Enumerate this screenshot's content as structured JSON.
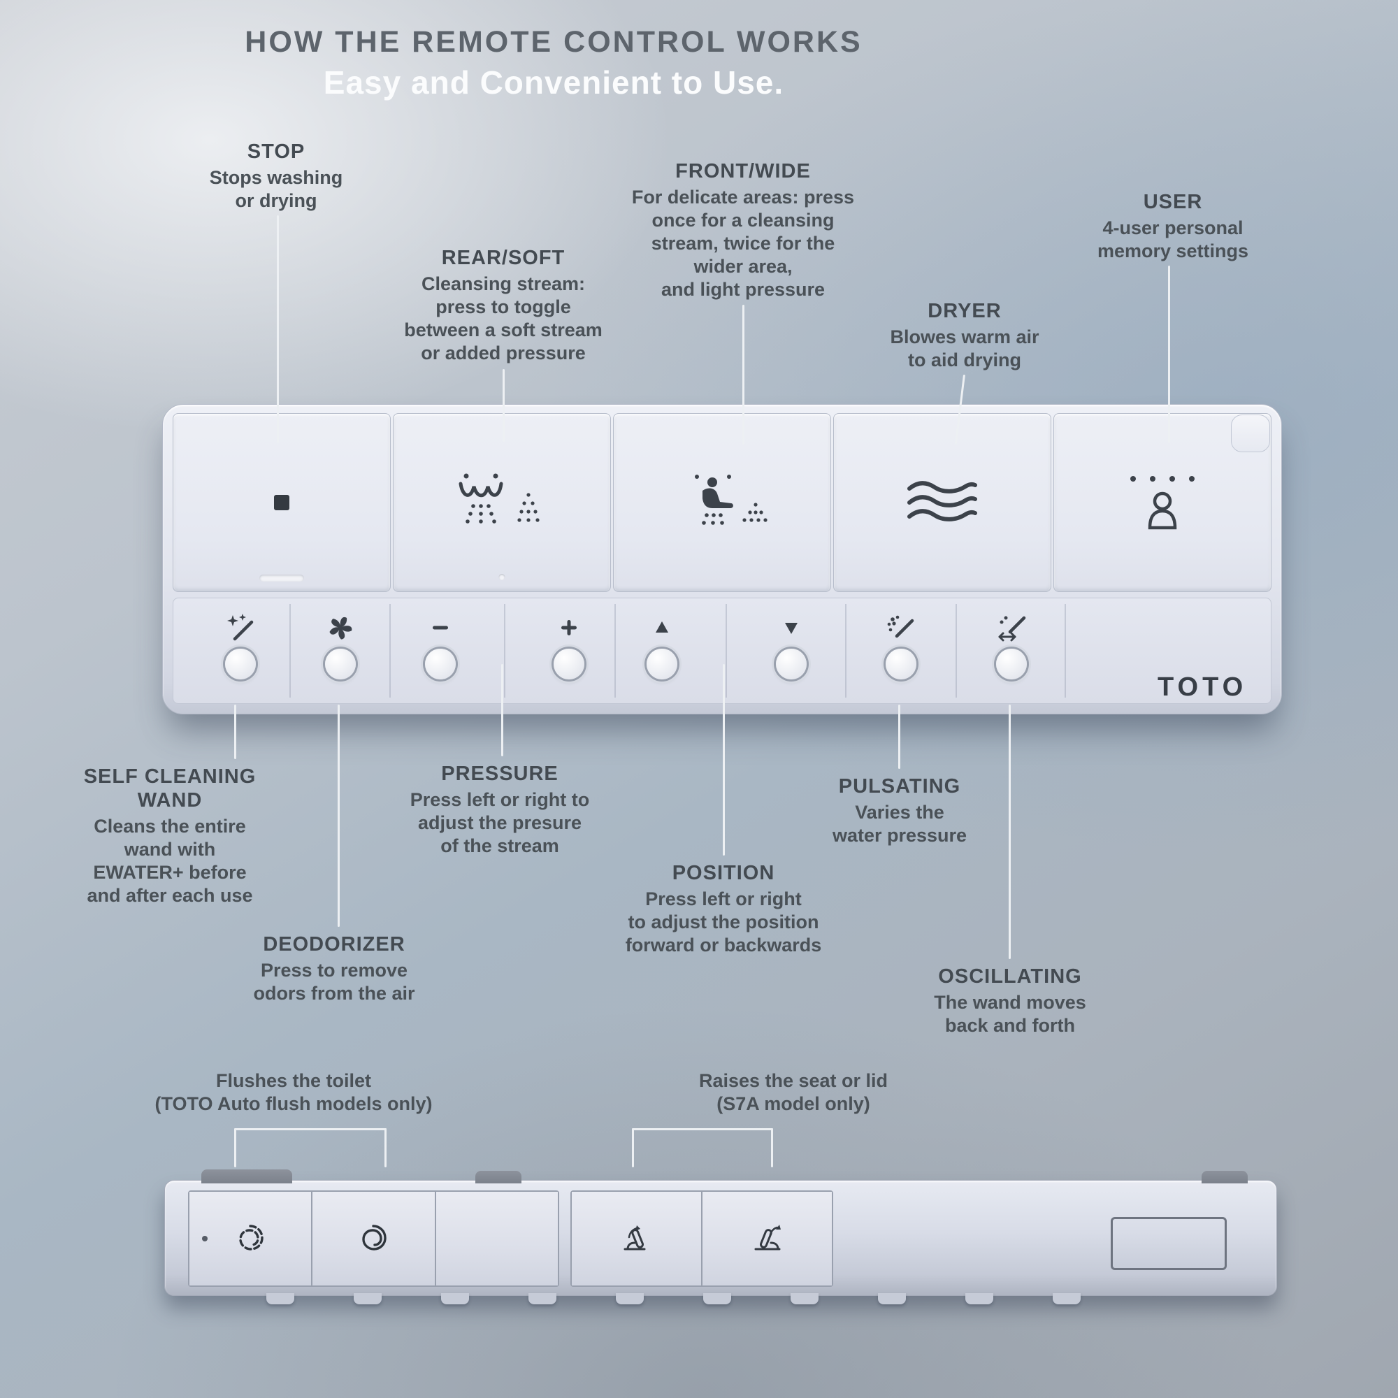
{
  "title": {
    "heading": "HOW THE REMOTE CONTROL WORKS",
    "subheading": "Easy and Convenient to Use."
  },
  "brand": "TOTO",
  "callouts": {
    "stop": {
      "title": "STOP",
      "desc": "Stops washing\nor drying"
    },
    "rear_soft": {
      "title": "REAR/SOFT",
      "desc": "Cleansing stream:\npress to toggle\nbetween a soft stream\nor added pressure"
    },
    "front_wide": {
      "title": "FRONT/WIDE",
      "desc": "For delicate areas: press\nonce for a cleansing\nstream, twice for the\nwider area,\nand light pressure"
    },
    "dryer": {
      "title": "DRYER",
      "desc": "Blowes warm air\nto aid drying"
    },
    "user": {
      "title": "USER",
      "desc": "4-user personal\nmemory settings"
    },
    "self_cleaning_wand": {
      "title": "SELF CLEANING\nWAND",
      "desc": "Cleans the entire\nwand with\nEWATER+ before\nand after each use"
    },
    "deodorizer": {
      "title": "DEODORIZER",
      "desc": "Press to remove\nodors from the air"
    },
    "pressure": {
      "title": "PRESSURE",
      "desc": "Press left or right to\nadjust the presure\nof the stream"
    },
    "position": {
      "title": "POSITION",
      "desc": "Press left or right\nto adjust the position\nforward or backwards"
    },
    "pulsating": {
      "title": "PULSATING",
      "desc": "Varies the\nwater pressure"
    },
    "oscillating": {
      "title": "OSCILLATING",
      "desc": "The wand moves\nback and forth"
    }
  },
  "bottom_notes": {
    "flush": "Flushes the toilet\n(TOTO Auto flush models only)",
    "seat": "Raises the seat or lid\n(S7A model only)"
  },
  "remote_front": {
    "big_buttons": [
      {
        "name": "stop",
        "icon": "stop-square-icon"
      },
      {
        "name": "rear-soft",
        "icon": "rear-soft-spray-icon"
      },
      {
        "name": "front-wide",
        "icon": "front-wide-spray-icon"
      },
      {
        "name": "dryer",
        "icon": "dryer-waves-icon"
      },
      {
        "name": "user",
        "icon": "user-person-icon"
      }
    ],
    "small_buttons": [
      {
        "name": "self-cleaning-wand",
        "icon": "wand-sparkle-icon"
      },
      {
        "name": "deodorizer",
        "icon": "fan-icon"
      },
      {
        "name": "pressure-down",
        "icon": "minus-icon"
      },
      {
        "name": "pressure-up",
        "icon": "plus-icon"
      },
      {
        "name": "position-forward",
        "icon": "triangle-up-icon"
      },
      {
        "name": "position-backward",
        "icon": "triangle-down-icon"
      },
      {
        "name": "pulsating",
        "icon": "pulsating-spray-icon"
      },
      {
        "name": "oscillating",
        "icon": "oscillating-spray-icon"
      }
    ]
  },
  "remote_side": {
    "buttons": [
      {
        "name": "auto-flush-full",
        "icon": "flush-swirl-icon"
      },
      {
        "name": "auto-flush-light",
        "icon": "flush-swirl-solid-icon"
      },
      {
        "name": "blank",
        "icon": "none"
      },
      {
        "name": "seat-raise",
        "icon": "seat-raise-icon"
      },
      {
        "name": "lid-raise",
        "icon": "lid-raise-icon"
      }
    ]
  }
}
